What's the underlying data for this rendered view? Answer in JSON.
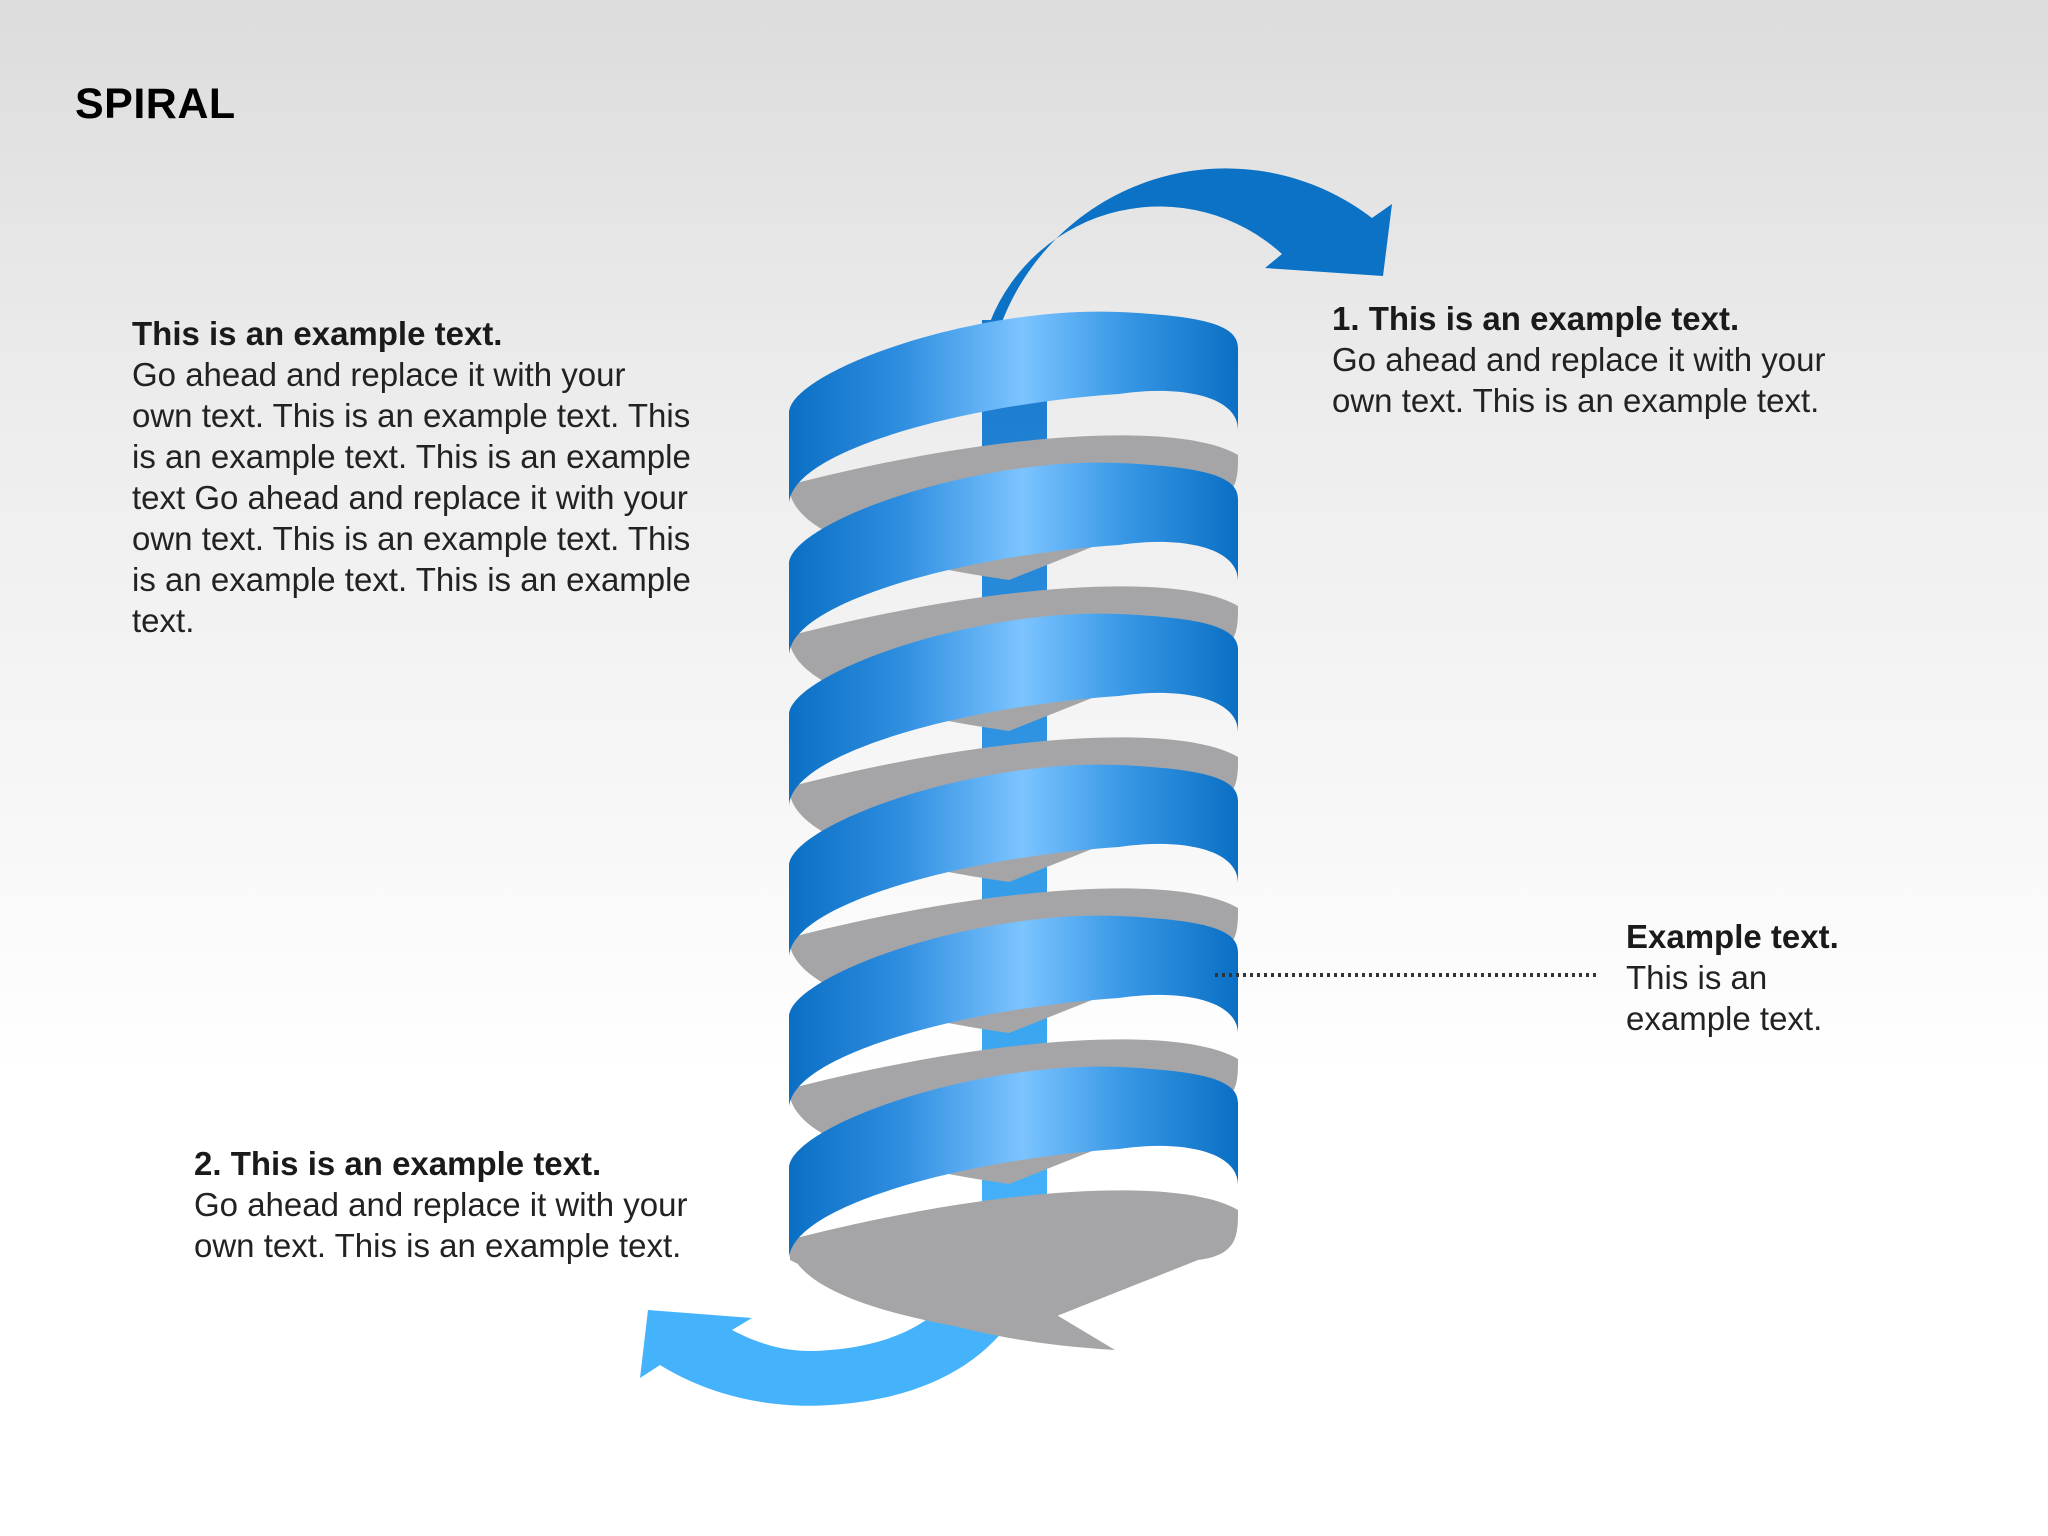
{
  "title": "SPIRAL",
  "blocks": {
    "left": {
      "heading": "This is an example text.",
      "body": "Go ahead and replace it with your own text. This is an example text. This is an example text. This is an example text Go ahead and replace it with your own text. This is an example text. This is an example text. This is an example text."
    },
    "right": {
      "heading": "1. This is an example text.",
      "body": "Go ahead and replace it with your own text. This is an example text."
    },
    "bottom": {
      "heading": "2. This is an example text.",
      "body": "Go ahead and replace it with your own text. This is an example text."
    },
    "side": {
      "heading": "Example text.",
      "body": "This is an example text."
    }
  },
  "colors": {
    "ribbon_dark": "#0a6fc4",
    "ribbon_light": "#7cc4ff",
    "shadow_gray": "#a5a5a7",
    "arrow_top": "#0b72c6",
    "arrow_bottom": "#45b3fb",
    "connector": "#333333"
  }
}
